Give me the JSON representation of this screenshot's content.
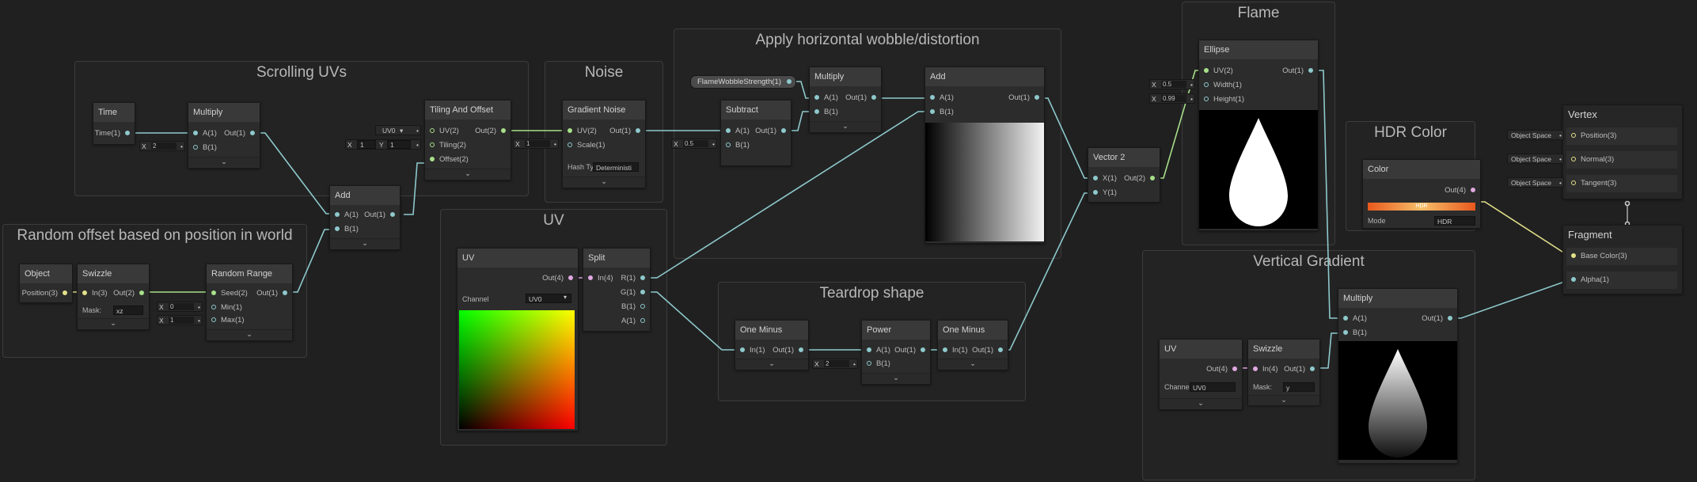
{
  "groups": {
    "scrolling": "Scrolling UVs",
    "noise": "Noise",
    "wobble": "Apply horizontal wobble/distortion",
    "flame": "Flame",
    "random": "Random offset based on position in world",
    "uv": "UV",
    "teardrop": "Teardrop shape",
    "hdr": "HDR Color",
    "vgrad": "Vertical Gradient"
  },
  "nodes": {
    "time": {
      "title": "Time",
      "out": "Time(1)"
    },
    "mult1": {
      "title": "Multiply",
      "a": "A(1)",
      "b": "B(1)",
      "out": "Out(1)",
      "bx": "X",
      "bval": "2"
    },
    "tiling": {
      "title": "Tiling And Offset",
      "uv": "UV(2)",
      "tiling": "Tiling(2)",
      "offset": "Offset(2)",
      "out": "Out(2)",
      "uvsel": "UV0",
      "tx": "X",
      "txv": "1",
      "ty": "Y",
      "tyv": "1"
    },
    "noise": {
      "title": "Gradient Noise",
      "uv": "UV(2)",
      "scale": "Scale(1)",
      "out": "Out(1)",
      "hash_label": "Hash Ty",
      "hash_val": "Deterministi",
      "sx": "X",
      "sval": "1"
    },
    "add1": {
      "title": "Add",
      "a": "A(1)",
      "b": "B(1)",
      "out": "Out(1)"
    },
    "object": {
      "title": "Object",
      "out": "Position(3)"
    },
    "swizzle1": {
      "title": "Swizzle",
      "in": "In(3)",
      "out": "Out(2)",
      "mask_label": "Mask:",
      "mask_val": "xz"
    },
    "rrange": {
      "title": "Random Range",
      "seed": "Seed(2)",
      "min": "Min(1)",
      "max": "Max(1)",
      "out": "Out(1)",
      "minx": "X",
      "minv": "0",
      "maxx": "X",
      "maxv": "1"
    },
    "uvnode": {
      "title": "UV",
      "out": "Out(4)",
      "channel_label": "Channel",
      "channel_val": "UV0"
    },
    "split": {
      "title": "Split",
      "in": "In(4)",
      "r": "R(1)",
      "g": "G(1)",
      "b": "B(1)",
      "a": "A(1)"
    },
    "wobble": {
      "label": "FlameWobbleStrength(1)"
    },
    "subtract": {
      "title": "Subtract",
      "a": "A(1)",
      "b": "B(1)",
      "out": "Out(1)",
      "bx": "X",
      "bval": "0.5"
    },
    "mult2": {
      "title": "Multiply",
      "a": "A(1)",
      "b": "B(1)",
      "out": "Out(1)"
    },
    "add2": {
      "title": "Add",
      "a": "A(1)",
      "b": "B(1)",
      "out": "Out(1)"
    },
    "oneminus1": {
      "title": "One Minus",
      "in": "In(1)",
      "out": "Out(1)"
    },
    "power": {
      "title": "Power",
      "a": "A(1)",
      "b": "B(1)",
      "out": "Out(1)",
      "bx": "X",
      "bval": "2"
    },
    "oneminus2": {
      "title": "One Minus",
      "in": "In(1)",
      "out": "Out(1)"
    },
    "vector2": {
      "title": "Vector 2",
      "x": "X(1)",
      "y": "Y(1)",
      "out": "Out(2)"
    },
    "ellipse": {
      "title": "Ellipse",
      "uv": "UV(2)",
      "width": "Width(1)",
      "height": "Height(1)",
      "out": "Out(1)",
      "wx": "X",
      "wv": "0.5",
      "hx": "X",
      "hv": "0.99"
    },
    "color": {
      "title": "Color",
      "out": "Out(4)",
      "bar_text": "HDR",
      "mode_label": "Mode",
      "mode_val": "HDR"
    },
    "mult3": {
      "title": "Multiply",
      "a": "A(1)",
      "b": "B(1)",
      "out": "Out(1)"
    },
    "uv2": {
      "title": "UV",
      "out": "Out(4)",
      "channel_label": "Channe",
      "channel_val": "UV0"
    },
    "swizzle2": {
      "title": "Swizzle",
      "in": "In(4)",
      "out": "Out(1)",
      "mask_label": "Mask:",
      "mask_val": "y"
    },
    "vertex": {
      "title": "Vertex",
      "position": "Position(3)",
      "normal": "Normal(3)",
      "tangent": "Tangent(3)",
      "space1": "Object Space",
      "space2": "Object Space",
      "space3": "Object Space"
    },
    "fragment": {
      "title": "Fragment",
      "basecolor": "Base Color(3)",
      "alpha": "Alpha(1)"
    }
  },
  "colors": {
    "wire_float": "#8ec9cc",
    "wire_vector3": "#e3e08a",
    "wire_vector2": "#a8e08a",
    "wire_vector4": "#e0a8e0",
    "hdr_bar_start": "#e8581c",
    "hdr_bar_mid": "#f6c06a"
  }
}
